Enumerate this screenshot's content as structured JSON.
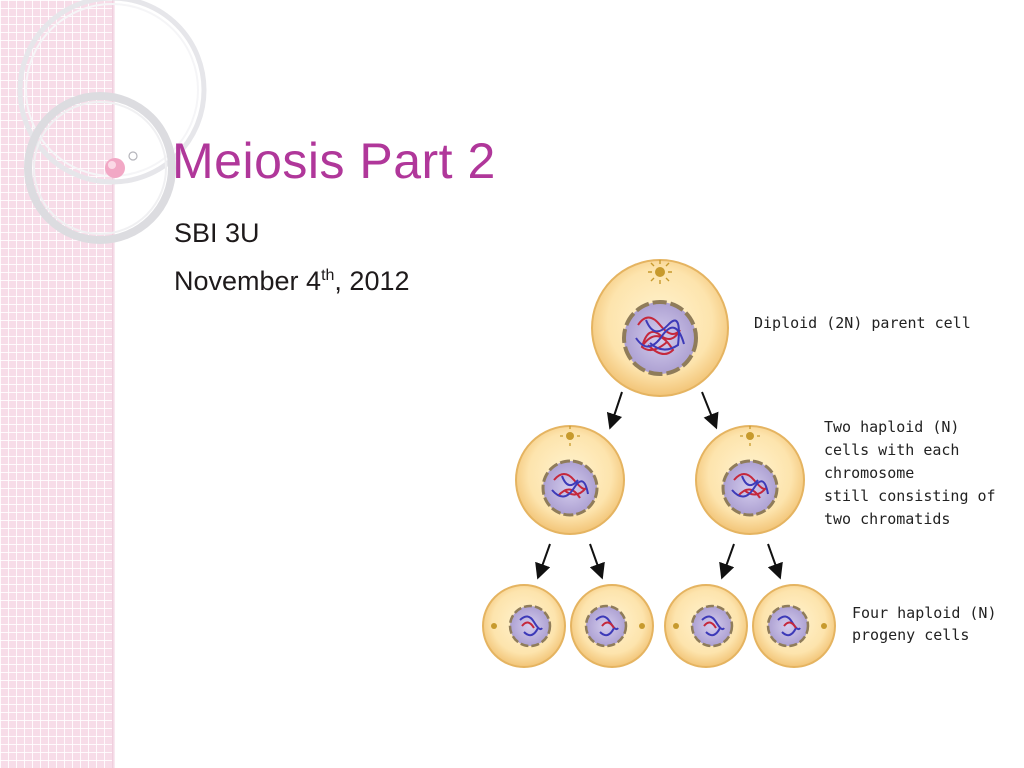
{
  "slide": {
    "title": "Meiosis Part 2",
    "course": "SBI 3U",
    "date_prefix": "November 4",
    "date_superscript": "th",
    "date_suffix": ", 2012"
  },
  "diagram": {
    "labels": {
      "parent_cell": "Diploid (2N) parent cell",
      "haploid_line1": "Two haploid (N)",
      "haploid_line2": "cells with each",
      "haploid_line3": "chromosome",
      "haploid_line4": "still consisting of",
      "haploid_line5": "two chromatids",
      "progeny_line1": "Four haploid (N)",
      "progeny_line2": "progeny cells"
    }
  },
  "colors": {
    "title": "#b0379a",
    "body_text": "#1e1a1b",
    "band": "#f7dce8",
    "cell_fill": "#fbe4b0",
    "cell_border": "#e8b765",
    "nucleus": "#b9aed8",
    "chromosome_red": "#c5283c",
    "chromosome_blue": "#3d3ab8"
  }
}
